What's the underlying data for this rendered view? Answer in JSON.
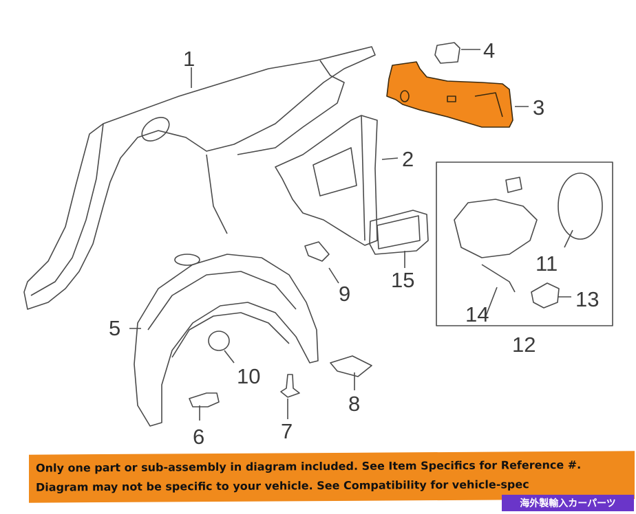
{
  "callouts": [
    "1",
    "2",
    "3",
    "4",
    "5",
    "6",
    "7",
    "8",
    "9",
    "10",
    "11",
    "12",
    "13",
    "14",
    "15"
  ],
  "colors": {
    "highlight": "#f2881c",
    "line": "#4a4a4a",
    "banner": "#f08a1c",
    "seller": "#6a35c9"
  },
  "notice": {
    "line1": "Only one part or sub-assembly in diagram included. See Item Specifics for Reference #.",
    "line2": "Diagram may not be specific to your vehicle. See Compatibility for vehicle-spec"
  },
  "seller_badge": "海外製輸入カーパーツ"
}
